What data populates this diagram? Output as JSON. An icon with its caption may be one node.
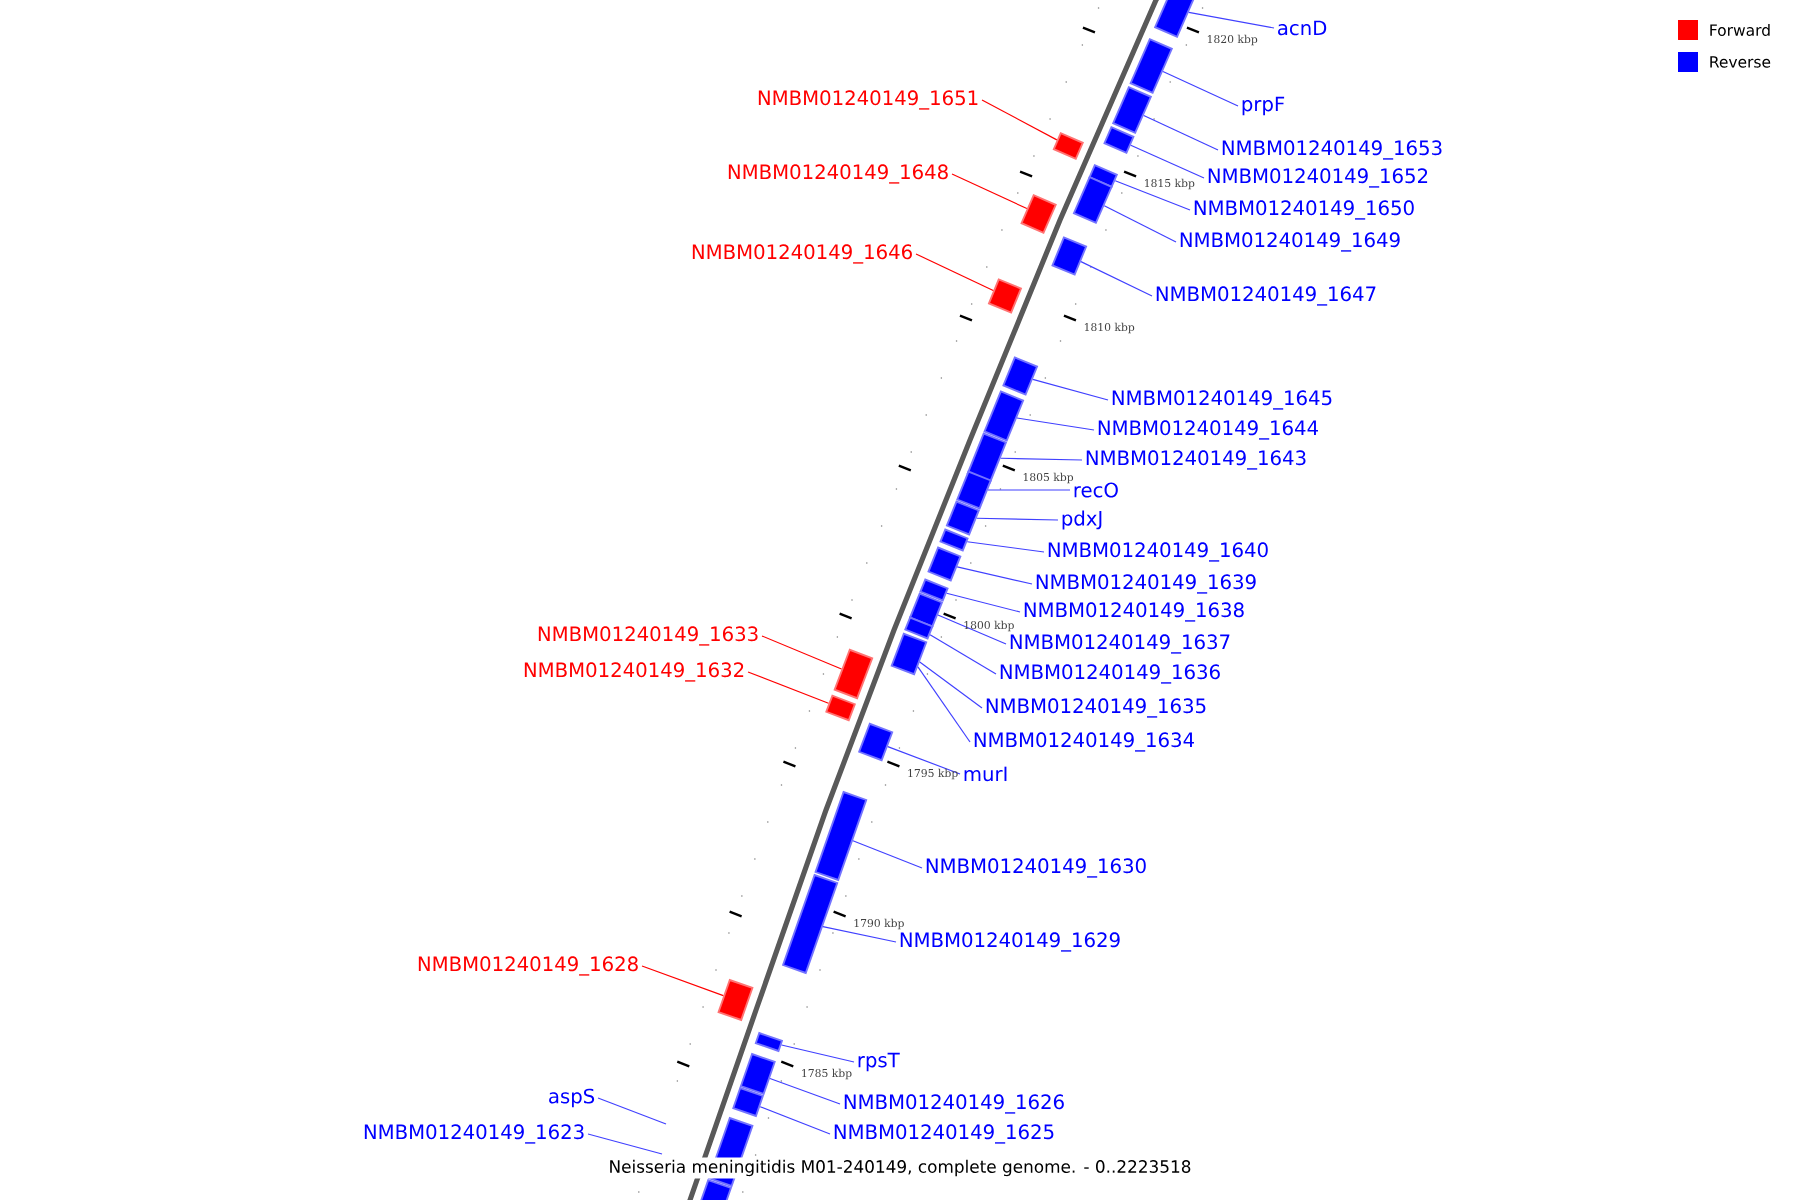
{
  "diagram": {
    "caption": "Neisseria meningitidis M01-240149, complete genome. - 0..2223518",
    "nodes": [
      {
        "text": [
          "acnD"
        ]
      },
      {
        "text": [],
        "shape": "box"
      },
      {
        "text": [
          "NMBM01240149_1651"
        ]
      },
      {
        "text": [],
        "shape": "box"
      },
      {
        "text": [
          "prpF"
        ]
      },
      {
        "text": [],
        "shape": "box"
      },
      {
        "text": [
          "NMBM01240149_1653"
        ]
      },
      {
        "text": [],
        "shape": "box"
      },
      {
        "text": [
          "NMBM01240149_1648"
        ]
      },
      {
        "text": [],
        "shape": "box"
      },
      {
        "text": [
          "NMBM01240149_1652"
        ]
      },
      {
        "text": [],
        "shape": "box"
      },
      {
        "text": [
          "NMBM01240149_1650"
        ]
      },
      {
        "text": [],
        "shape": "box"
      },
      {
        "text": [
          "NMBM01240149_1649"
        ]
      },
      {
        "text": [],
        "shape": "box"
      },
      {
        "text": [
          "NMBM01240149_1646"
        ]
      },
      {
        "text": [],
        "shape": "box"
      },
      {
        "text": [
          "NMBM01240149_1647"
        ]
      },
      {
        "text": [],
        "shape": "box"
      },
      {
        "text": [
          "NMBM01240149_1645"
        ]
      },
      {
        "text": [],
        "shape": "box"
      },
      {
        "text": [
          "NMBM01240149_1644"
        ]
      },
      {
        "text": [],
        "shape": "box"
      },
      {
        "text": [
          "NMBM01240149_1643"
        ]
      },
      {
        "text": [],
        "shape": "box"
      },
      {
        "text": [
          "recO"
        ]
      },
      {
        "text": [],
        "shape": "box"
      },
      {
        "text": [
          "pdxJ"
        ]
      },
      {
        "text": [],
        "shape": "box"
      },
      {
        "text": [
          "NMBM01240149_1640"
        ]
      },
      {
        "text": [],
        "shape": "box"
      },
      {
        "text": [
          "NMBM01240149_1639"
        ]
      },
      {
        "text": [],
        "shape": "box"
      },
      {
        "text": [
          "NMBM01240149_1638"
        ]
      },
      {
        "text": [],
        "shape": "box"
      },
      {
        "text": [
          "NMBM01240149_1633"
        ]
      },
      {
        "text": [],
        "shape": "box"
      },
      {
        "text": [
          "NMBM01240149_1637"
        ]
      },
      {
        "text": [],
        "shape": "box"
      },
      {
        "text": [
          "NMBM01240149_1632"
        ]
      },
      {
        "text": [],
        "shape": "box"
      },
      {
        "text": [
          "NMBM01240149_1636"
        ]
      },
      {
        "text": [],
        "shape": "box"
      },
      {
        "text": [
          "NMBM01240149_1635"
        ]
      },
      {
        "text": [],
        "shape": "box"
      },
      {
        "text": [
          "NMBM01240149_1634"
        ]
      },
      {
        "text": [
          "murI"
        ]
      },
      {
        "text": [],
        "shape": "box"
      },
      {
        "text": [
          "NMBM01240149_1630"
        ]
      },
      {
        "text": [],
        "shape": "box"
      },
      {
        "text": [
          "NMBM01240149_1629"
        ]
      },
      {
        "text": [],
        "shape": "box"
      },
      {
        "text": [
          "NMBM01240149_1628"
        ]
      },
      {
        "text": [],
        "shape": "box"
      },
      {
        "text": [
          "rpsT"
        ]
      },
      {
        "text": [],
        "shape": "box"
      },
      {
        "text": [
          "aspS"
        ]
      },
      {
        "text": [
          "NMBM01240149_1626"
        ]
      },
      {
        "text": [],
        "shape": "box"
      },
      {
        "text": [
          "NMBM01240149_1625"
        ]
      },
      {
        "text": [],
        "shape": "box"
      },
      {
        "text": [
          "NMBM01240149_1623"
        ]
      },
      {
        "text": [],
        "shape": "box"
      },
      {
        "text": [],
        "shape": "box"
      }
    ],
    "edges": [
      {
        "from": 0,
        "to": 1,
        "arrow": "none"
      },
      {
        "from": 2,
        "to": 3,
        "arrow": "none",
        "color": "#ff0000"
      },
      {
        "from": 4,
        "to": 5,
        "arrow": "none"
      },
      {
        "from": 6,
        "to": 7,
        "arrow": "none"
      },
      {
        "from": 8,
        "to": 9,
        "arrow": "none",
        "color": "#ff0000"
      },
      {
        "from": 10,
        "to": 11,
        "arrow": "none"
      },
      {
        "from": 12,
        "to": 13,
        "arrow": "none"
      },
      {
        "from": 14,
        "to": 15,
        "arrow": "none"
      },
      {
        "from": 16,
        "to": 17,
        "arrow": "none",
        "color": "#ff0000"
      },
      {
        "from": 18,
        "to": 19,
        "arrow": "none"
      },
      {
        "from": 20,
        "to": 21,
        "arrow": "none"
      },
      {
        "from": 22,
        "to": 23,
        "arrow": "none"
      },
      {
        "from": 24,
        "to": 25,
        "arrow": "none"
      },
      {
        "from": 26,
        "to": 27,
        "arrow": "none"
      },
      {
        "from": 28,
        "to": 29,
        "arrow": "none"
      },
      {
        "from": 30,
        "to": 31,
        "arrow": "none"
      },
      {
        "from": 32,
        "to": 33,
        "arrow": "none"
      },
      {
        "from": 34,
        "to": 35,
        "arrow": "none"
      },
      {
        "from": 36,
        "to": 37,
        "arrow": "none",
        "color": "#ff0000"
      },
      {
        "from": 38,
        "to": 39,
        "arrow": "none"
      },
      {
        "from": 40,
        "to": 41,
        "arrow": "none",
        "color": "#ff0000"
      },
      {
        "from": 42,
        "to": 43,
        "arrow": "none"
      },
      {
        "from": 44,
        "to": 45,
        "arrow": "none"
      },
      {
        "from": 46,
        "to": 45,
        "arrow": "none"
      },
      {
        "from": 47,
        "to": 48,
        "arrow": "none"
      },
      {
        "from": 49,
        "to": 50,
        "arrow": "none"
      },
      {
        "from": 51,
        "to": 52,
        "arrow": "none"
      },
      {
        "from": 53,
        "to": 54,
        "arrow": "none",
        "color": "#ff0000"
      },
      {
        "from": 55,
        "to": 56,
        "arrow": "none"
      },
      {
        "from": 57,
        "to": null,
        "arrow": "none"
      },
      {
        "from": 58,
        "to": 59,
        "arrow": "none"
      },
      {
        "from": 60,
        "to": 61,
        "arrow": "none"
      },
      {
        "from": 62,
        "to": null,
        "arrow": "none"
      }
    ],
    "labels": [
      "1820 kbp",
      "1815 kbp",
      "1810 kbp",
      "1805 kbp",
      "1800 kbp",
      "1795 kbp",
      "1790 kbp",
      "1785 kbp"
    ],
    "legend": [
      {
        "text": "Forward",
        "color": "#ff0000"
      },
      {
        "text": "Reverse",
        "color": "#0000ff"
      }
    ]
  }
}
